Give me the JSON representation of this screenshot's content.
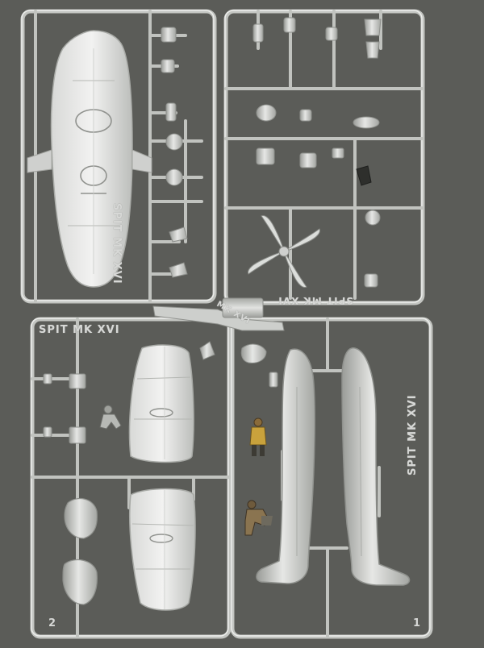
{
  "scene": {
    "colors": {
      "background": "#5b5c58",
      "plastic": "#c4c6c3",
      "plastic_highlight": "#eeefee",
      "plastic_shadow": "#8d8f8b",
      "figure_yellow": "#c9a23c",
      "figure_dark": "#3d3b34"
    }
  },
  "sprues": {
    "top_left_label": "SPIT MK XVI",
    "top_right_label": "SPIT MK XVI",
    "center_label": "MK XVI",
    "bottom_left_label": "SPIT MK XVI",
    "bottom_right_label": "SPIT MK XVI",
    "bottom_left_number": "2",
    "bottom_right_number": "1"
  }
}
